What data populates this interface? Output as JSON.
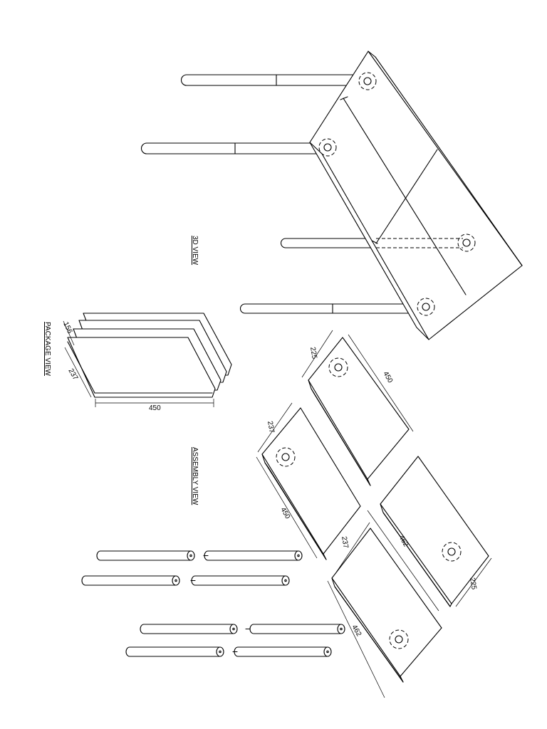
{
  "titles": {
    "view_3d": "3D VIEW",
    "package_view": "PACKAGE VIEW",
    "assembly_view": "ASSEMBLY VIEW"
  },
  "package_dims": {
    "thickness": "156",
    "width": "237",
    "length": "450"
  },
  "panel_dims": {
    "a_width": "225",
    "a_length": "450",
    "b_width": "237",
    "b_length": "450",
    "c_width": "237",
    "c_length": "462",
    "d_width": "225",
    "d_length": "462"
  }
}
